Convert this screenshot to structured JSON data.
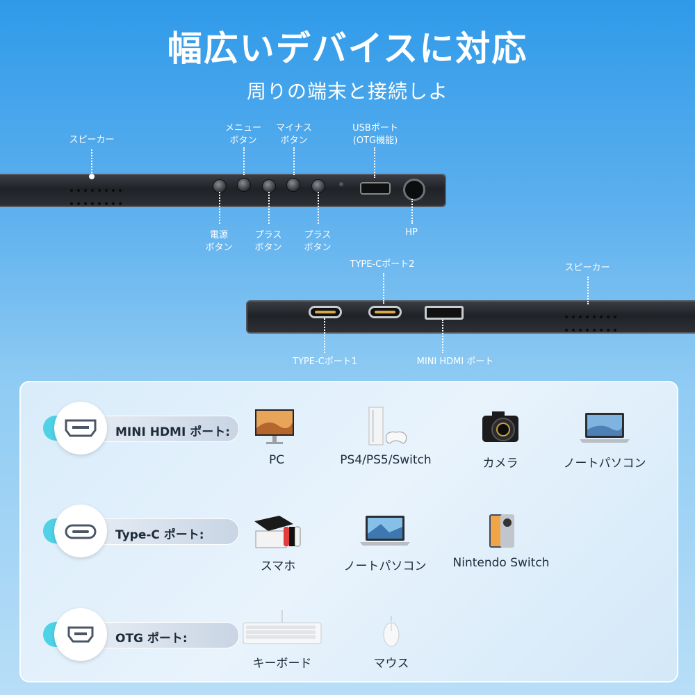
{
  "heading": {
    "title": "幅広いデバイスに対応",
    "subtitle": "周りの端末と接続しよ"
  },
  "device_top": {
    "speaker": "スピーカー",
    "menu": [
      "メニュー",
      "ボタン"
    ],
    "minus": [
      "マイナス",
      "ボタン"
    ],
    "usb": [
      "USBポート",
      "(OTG機能)"
    ],
    "power": [
      "電源",
      "ボタン"
    ],
    "plus1": [
      "プラス",
      "ボタン"
    ],
    "plus2": [
      "プラス",
      "ボタン"
    ],
    "hp": "HP"
  },
  "device_bottom": {
    "typec2": "TYPE-Cポート2",
    "speaker": "スピーカー",
    "typec1": "TYPE-Cポート1",
    "minihdmi": "MINI HDMI ポート"
  },
  "ports": [
    {
      "label": "MINI HDMI ポート:",
      "icon": "hdmi-port-icon",
      "items": [
        "PC",
        "PS4/PS5/Switch",
        "カメラ",
        "ノートパソコン"
      ]
    },
    {
      "label": "Type-C ポート:",
      "icon": "usb-c-port-icon",
      "items": [
        "スマホ",
        "ノートパソコン",
        "Nintendo Switch"
      ]
    },
    {
      "label": "OTG ポート:",
      "icon": "otg-port-icon",
      "items": [
        "キーボード",
        "マウス"
      ]
    }
  ],
  "colors": {
    "accent": "#4fd1e6",
    "text_dark": "#1d2b3a"
  }
}
